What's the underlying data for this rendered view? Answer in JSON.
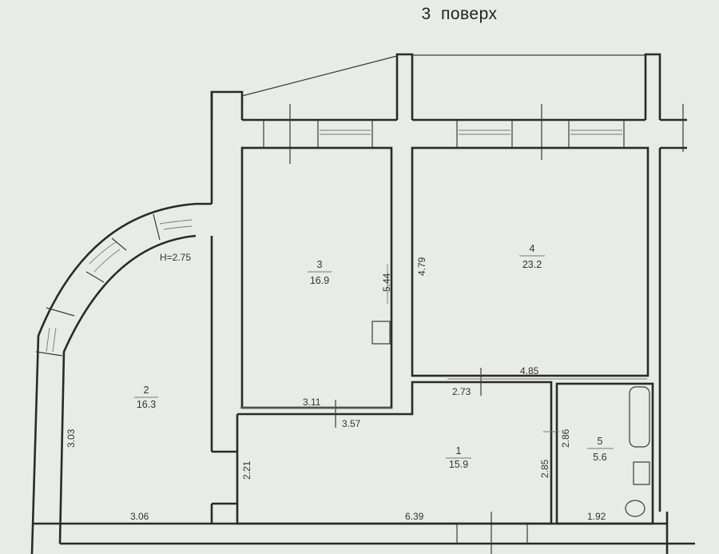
{
  "floor_title": "3  поверх",
  "ceiling_height": "H=2.75",
  "rooms": [
    {
      "number": "1",
      "area": "15.9"
    },
    {
      "number": "2",
      "area": "16.3"
    },
    {
      "number": "3",
      "area": "16.9"
    },
    {
      "number": "4",
      "area": "23.2"
    },
    {
      "number": "5",
      "area": "5.6"
    }
  ],
  "dimensions": {
    "room3_right": "5.44",
    "room4_left": "4.79",
    "room4_bottom": "4.85",
    "corridor_top": "2.73",
    "room3_bottom": "3.11",
    "room1_top_left": "3.57",
    "room2_left": "3.03",
    "room2_bottom": "3.06",
    "room1_left": "2.21",
    "room1_bottom": "6.39",
    "room1_right": "2.85",
    "room5_left": "2.86",
    "room5_bottom": "1.92"
  }
}
